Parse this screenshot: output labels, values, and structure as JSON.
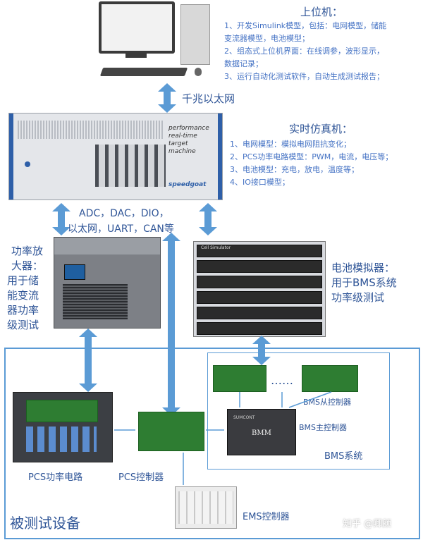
{
  "host": {
    "title": "上位机：",
    "lines": [
      "1、开发Simulink模型，包括：电网模型，储能",
      "变流器模型，电池模型；",
      "2、组态式上位机界面：在线调参，波形显示，",
      "数据记录；",
      "3、运行自动化测试软件，自动生成测试报告；"
    ]
  },
  "link_ethernet": "千兆以太网",
  "realtime": {
    "title": "实时仿真机：",
    "lines": [
      "1、电网模型：模拟电网阻抗变化；",
      "2、PCS功率电路模型：PWM，电流，电压等；",
      "3、电池模型：充电，放电，温度等；",
      "4、IO接口模型；"
    ],
    "panel_text": [
      "performance",
      "real-time",
      "target",
      "machine"
    ],
    "brand": "speedgoat"
  },
  "io_label": [
    "ADC，DAC，DIO，",
    "以太网，UART，CAN等"
  ],
  "power_amp": [
    "功率放",
    "大器：",
    "用于储",
    "能变流",
    "器功率",
    "级测试"
  ],
  "battery_sim": [
    "电池模拟器：",
    "用于BMS系统",
    "功率级测试"
  ],
  "cell_sim_label": "Cell Simulator",
  "dut_title": "被测试设备",
  "bms_slave": "BMS从控制器",
  "bms_master": "BMS主控制器",
  "bms_system": "BMS系统",
  "bmm_brand": "SUMCONT",
  "bmm_label": "BMM",
  "pcs_circuit": "PCS功率电路",
  "pcs_ctrl": "PCS控制器",
  "ems_ctrl": "EMS控制器",
  "watermark": "知乎 @卿颜",
  "colors": {
    "accent": "#5b9bd5",
    "text": "#2f5597"
  }
}
